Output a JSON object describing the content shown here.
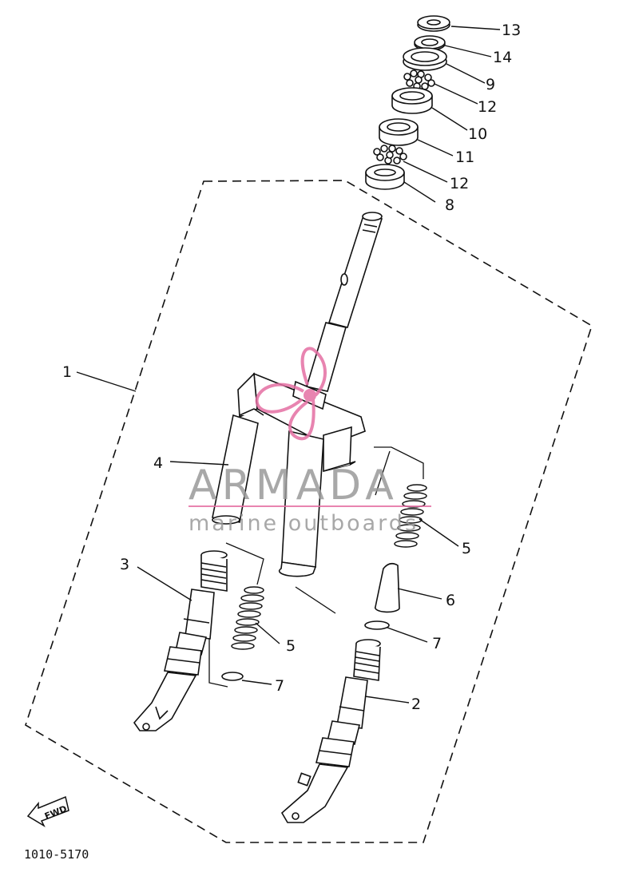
{
  "diagram": {
    "part_numbers": [
      "13",
      "14",
      "9",
      "12",
      "10",
      "11",
      "12",
      "8",
      "1",
      "4",
      "5",
      "3",
      "6",
      "7",
      "5",
      "7",
      "2"
    ],
    "drawing_code": "1010-5170",
    "direction_label": "FWD"
  },
  "watermark": {
    "brand": "ARMADA",
    "tagline": "marine outboards",
    "accent_color": "#e46fa3",
    "text_color": "#9a9a9a"
  },
  "colors": {
    "ink": "#111111",
    "background": "#ffffff"
  }
}
